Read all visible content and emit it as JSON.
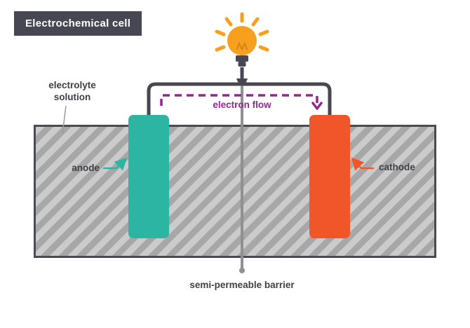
{
  "title": "Electrochemical cell",
  "diagram": {
    "electrolyte_label_line1": "electrolyte",
    "electrolyte_label_line2": "solution",
    "anode_label": "anode",
    "cathode_label": "cathode",
    "electron_flow_label": "electron flow",
    "barrier_label": "semi-permeable barrier"
  },
  "icons": {
    "bulb": "light-bulb-with-rays"
  },
  "colors": {
    "title_bg": "#474753",
    "title_text": "#ffffff",
    "wire": "#47474f",
    "anode": "#2db5a3",
    "cathode": "#f1562b",
    "electron_flow": "#93278f",
    "bulb": "#f6a01e",
    "bulb_filament": "#d9831a",
    "barrier": "#909090",
    "tank_stripe_light": "#cbcbcb",
    "tank_stripe_dark": "#a7a7a7",
    "tank_border": "#4a4a52",
    "label_text": "#3f3f46"
  }
}
